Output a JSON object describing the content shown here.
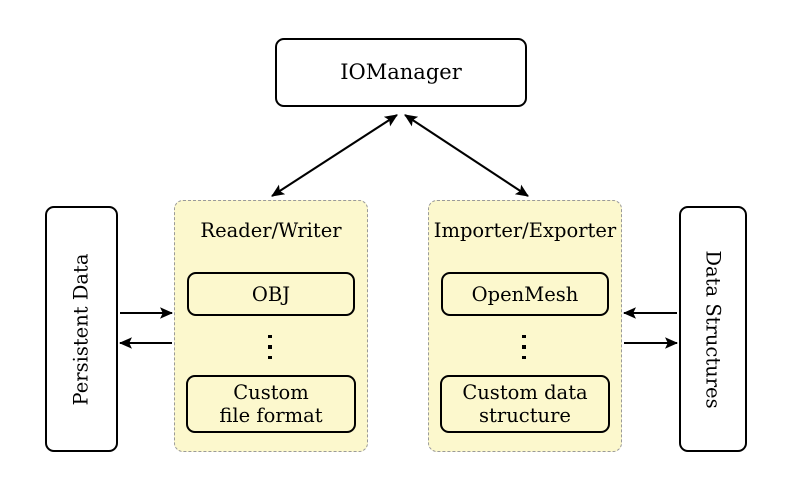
{
  "diagram": {
    "title_node": {
      "label": "IOManager"
    },
    "side_nodes": [
      {
        "name": "persistent-data",
        "label": "Persistent Data",
        "orientation": "vertical-ccw"
      },
      {
        "name": "data-structures",
        "label": "Data Structures",
        "orientation": "vertical-cw"
      }
    ],
    "groups": [
      {
        "name": "reader-writer",
        "title": "Reader/Writer",
        "items": [
          {
            "label": "OBJ"
          },
          {
            "label": "Custom\nfile format",
            "line1": "Custom",
            "line2": "file format"
          }
        ],
        "ellipsis": "vertical-dots"
      },
      {
        "name": "importer-exporter",
        "title": "Importer/Exporter",
        "items": [
          {
            "label": "OpenMesh"
          },
          {
            "label": "Custom data\nstructure",
            "line1": "Custom data",
            "line2": "structure"
          }
        ],
        "ellipsis": "vertical-dots"
      }
    ],
    "connections": [
      {
        "name": "iomanager-to-reader-writer",
        "style": "double-headed",
        "direction": "diagonal-left"
      },
      {
        "name": "iomanager-to-importer-exporter",
        "style": "double-headed",
        "direction": "diagonal-right"
      },
      {
        "name": "persistent-data-to-reader-writer",
        "style": "single-headed",
        "direction": "right"
      },
      {
        "name": "reader-writer-to-persistent-data",
        "style": "single-headed",
        "direction": "left"
      },
      {
        "name": "data-structures-to-importer-exporter",
        "style": "single-headed",
        "direction": "left"
      },
      {
        "name": "importer-exporter-to-data-structures",
        "style": "single-headed",
        "direction": "right"
      }
    ],
    "colors": {
      "group_fill": "#fcf8cd",
      "group_border": "#9a9a9a",
      "node_border": "#000000",
      "node_fill": "#ffffff",
      "text": "#000000",
      "arrow": "#000000",
      "background": "#ffffff"
    }
  }
}
